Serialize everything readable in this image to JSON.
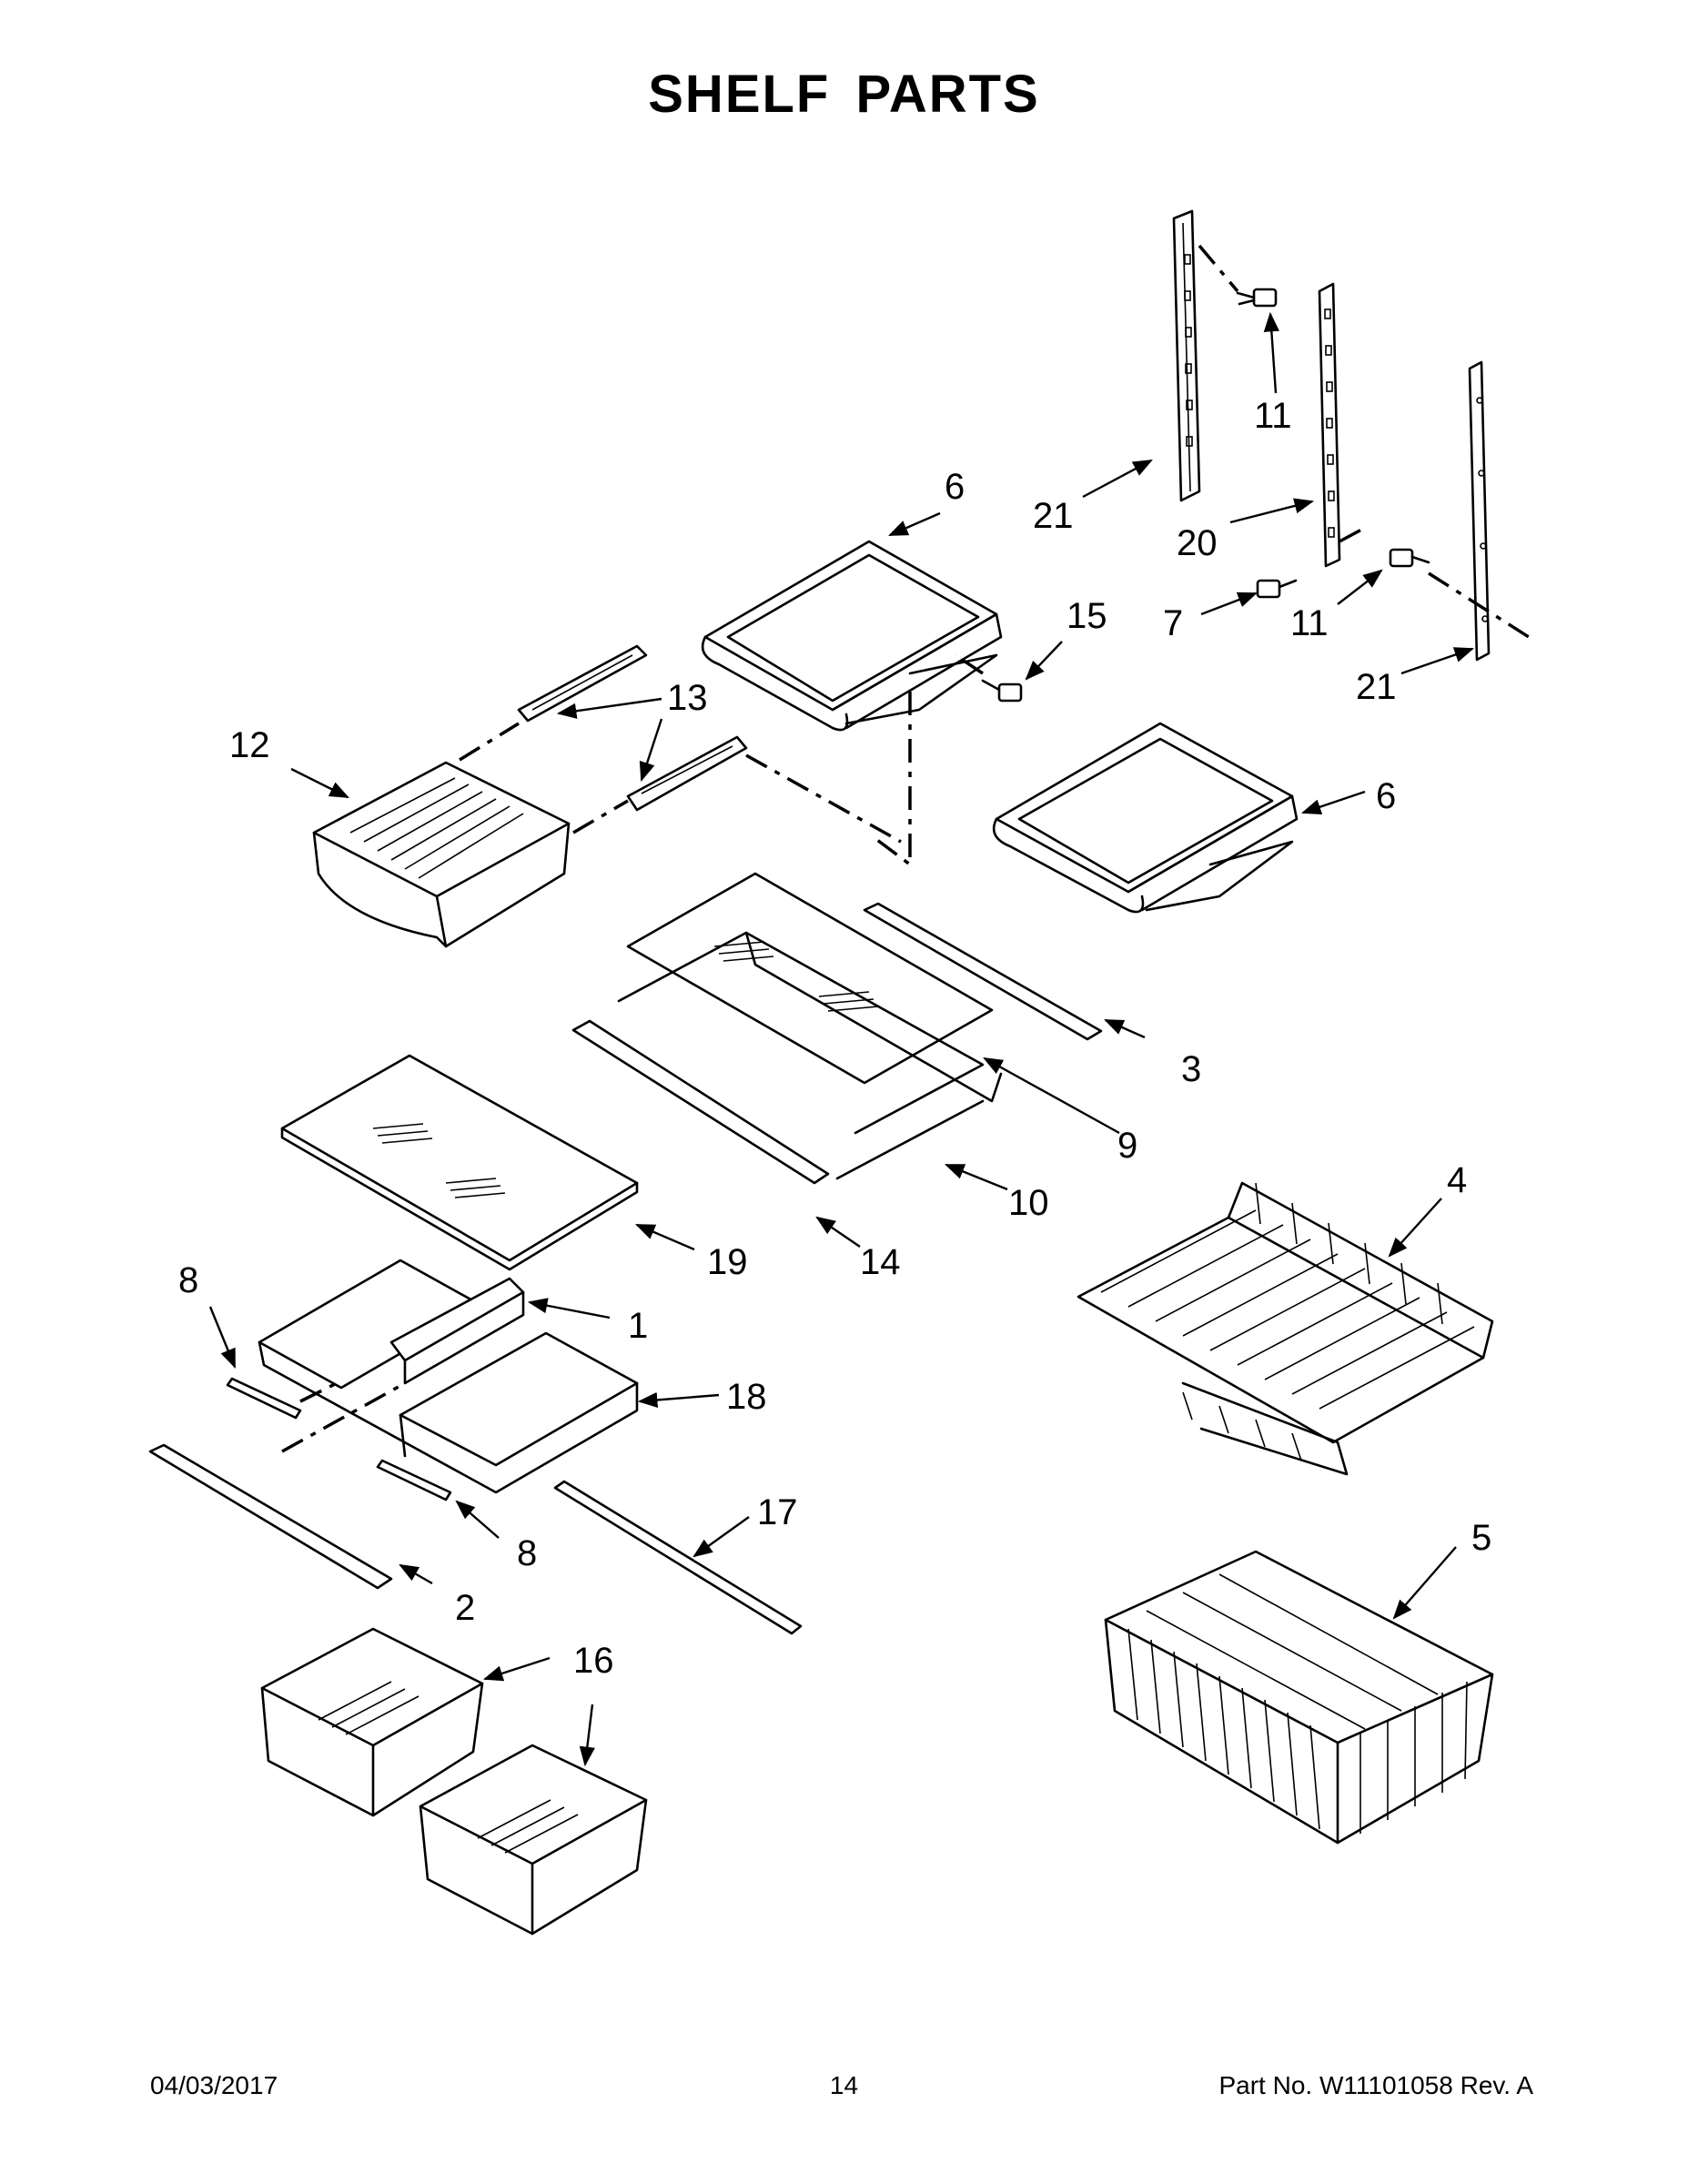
{
  "title": "SHELF PARTS",
  "footer": {
    "date": "04/03/2017",
    "page": "14",
    "part_number": "Part No.  W11101058  Rev.  A"
  },
  "callouts": {
    "c1": "1",
    "c2": "2",
    "c3": "3",
    "c4": "4",
    "c5": "5",
    "c6a": "6",
    "c6b": "6",
    "c7": "7",
    "c8a": "8",
    "c8b": "8",
    "c9": "9",
    "c10": "10",
    "c11a": "11",
    "c11b": "11",
    "c12": "12",
    "c13": "13",
    "c14": "14",
    "c15": "15",
    "c16": "16",
    "c17": "17",
    "c18": "18",
    "c19": "19",
    "c20": "20",
    "c21a": "21",
    "c21b": "21"
  }
}
